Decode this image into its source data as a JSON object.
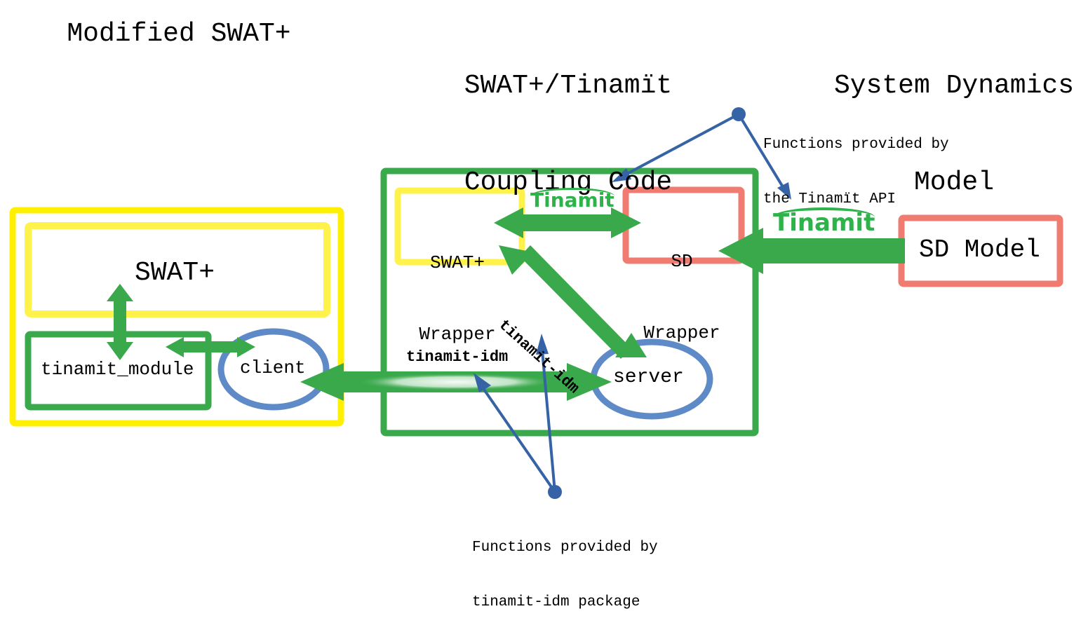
{
  "headings": {
    "swat": "Modified SWAT+",
    "coupling_line1": "SWAT+/Tinamït",
    "coupling_line2": "Coupling Code",
    "sd_line1": "System Dynamics",
    "sd_line2": "Model"
  },
  "nodes": {
    "swat_plus": "SWAT+",
    "tinamit_module": "tinamit_module",
    "client": "client",
    "swat_wrapper_line1": "SWAT+",
    "swat_wrapper_line2": "Wrapper",
    "sd_wrapper_line1": "SD",
    "sd_wrapper_line2": "Wrapper",
    "server": "server",
    "sd_model": "SD Model"
  },
  "edge_labels": {
    "horizontal_idm": "tinamit-idm",
    "diagonal_idm": "tinamit-idm",
    "tinamit_logo_top": "Tinamit",
    "tinamit_logo_right": "Tinamit"
  },
  "annotations": {
    "api_line1": "Functions provided by",
    "api_line2": "the Tinamït API",
    "idm_line1": "Functions provided by",
    "idm_line2": "tinamit-idm package"
  },
  "colors": {
    "yellow_outer": "#ffef00",
    "yellow_inner": "#ffef4a",
    "green": "#3aa94c",
    "salmon": "#f07b70",
    "blue_ellipse": "#5f8ac8",
    "blue_pointer": "#3563a6",
    "logo_green": "#2db34a"
  }
}
